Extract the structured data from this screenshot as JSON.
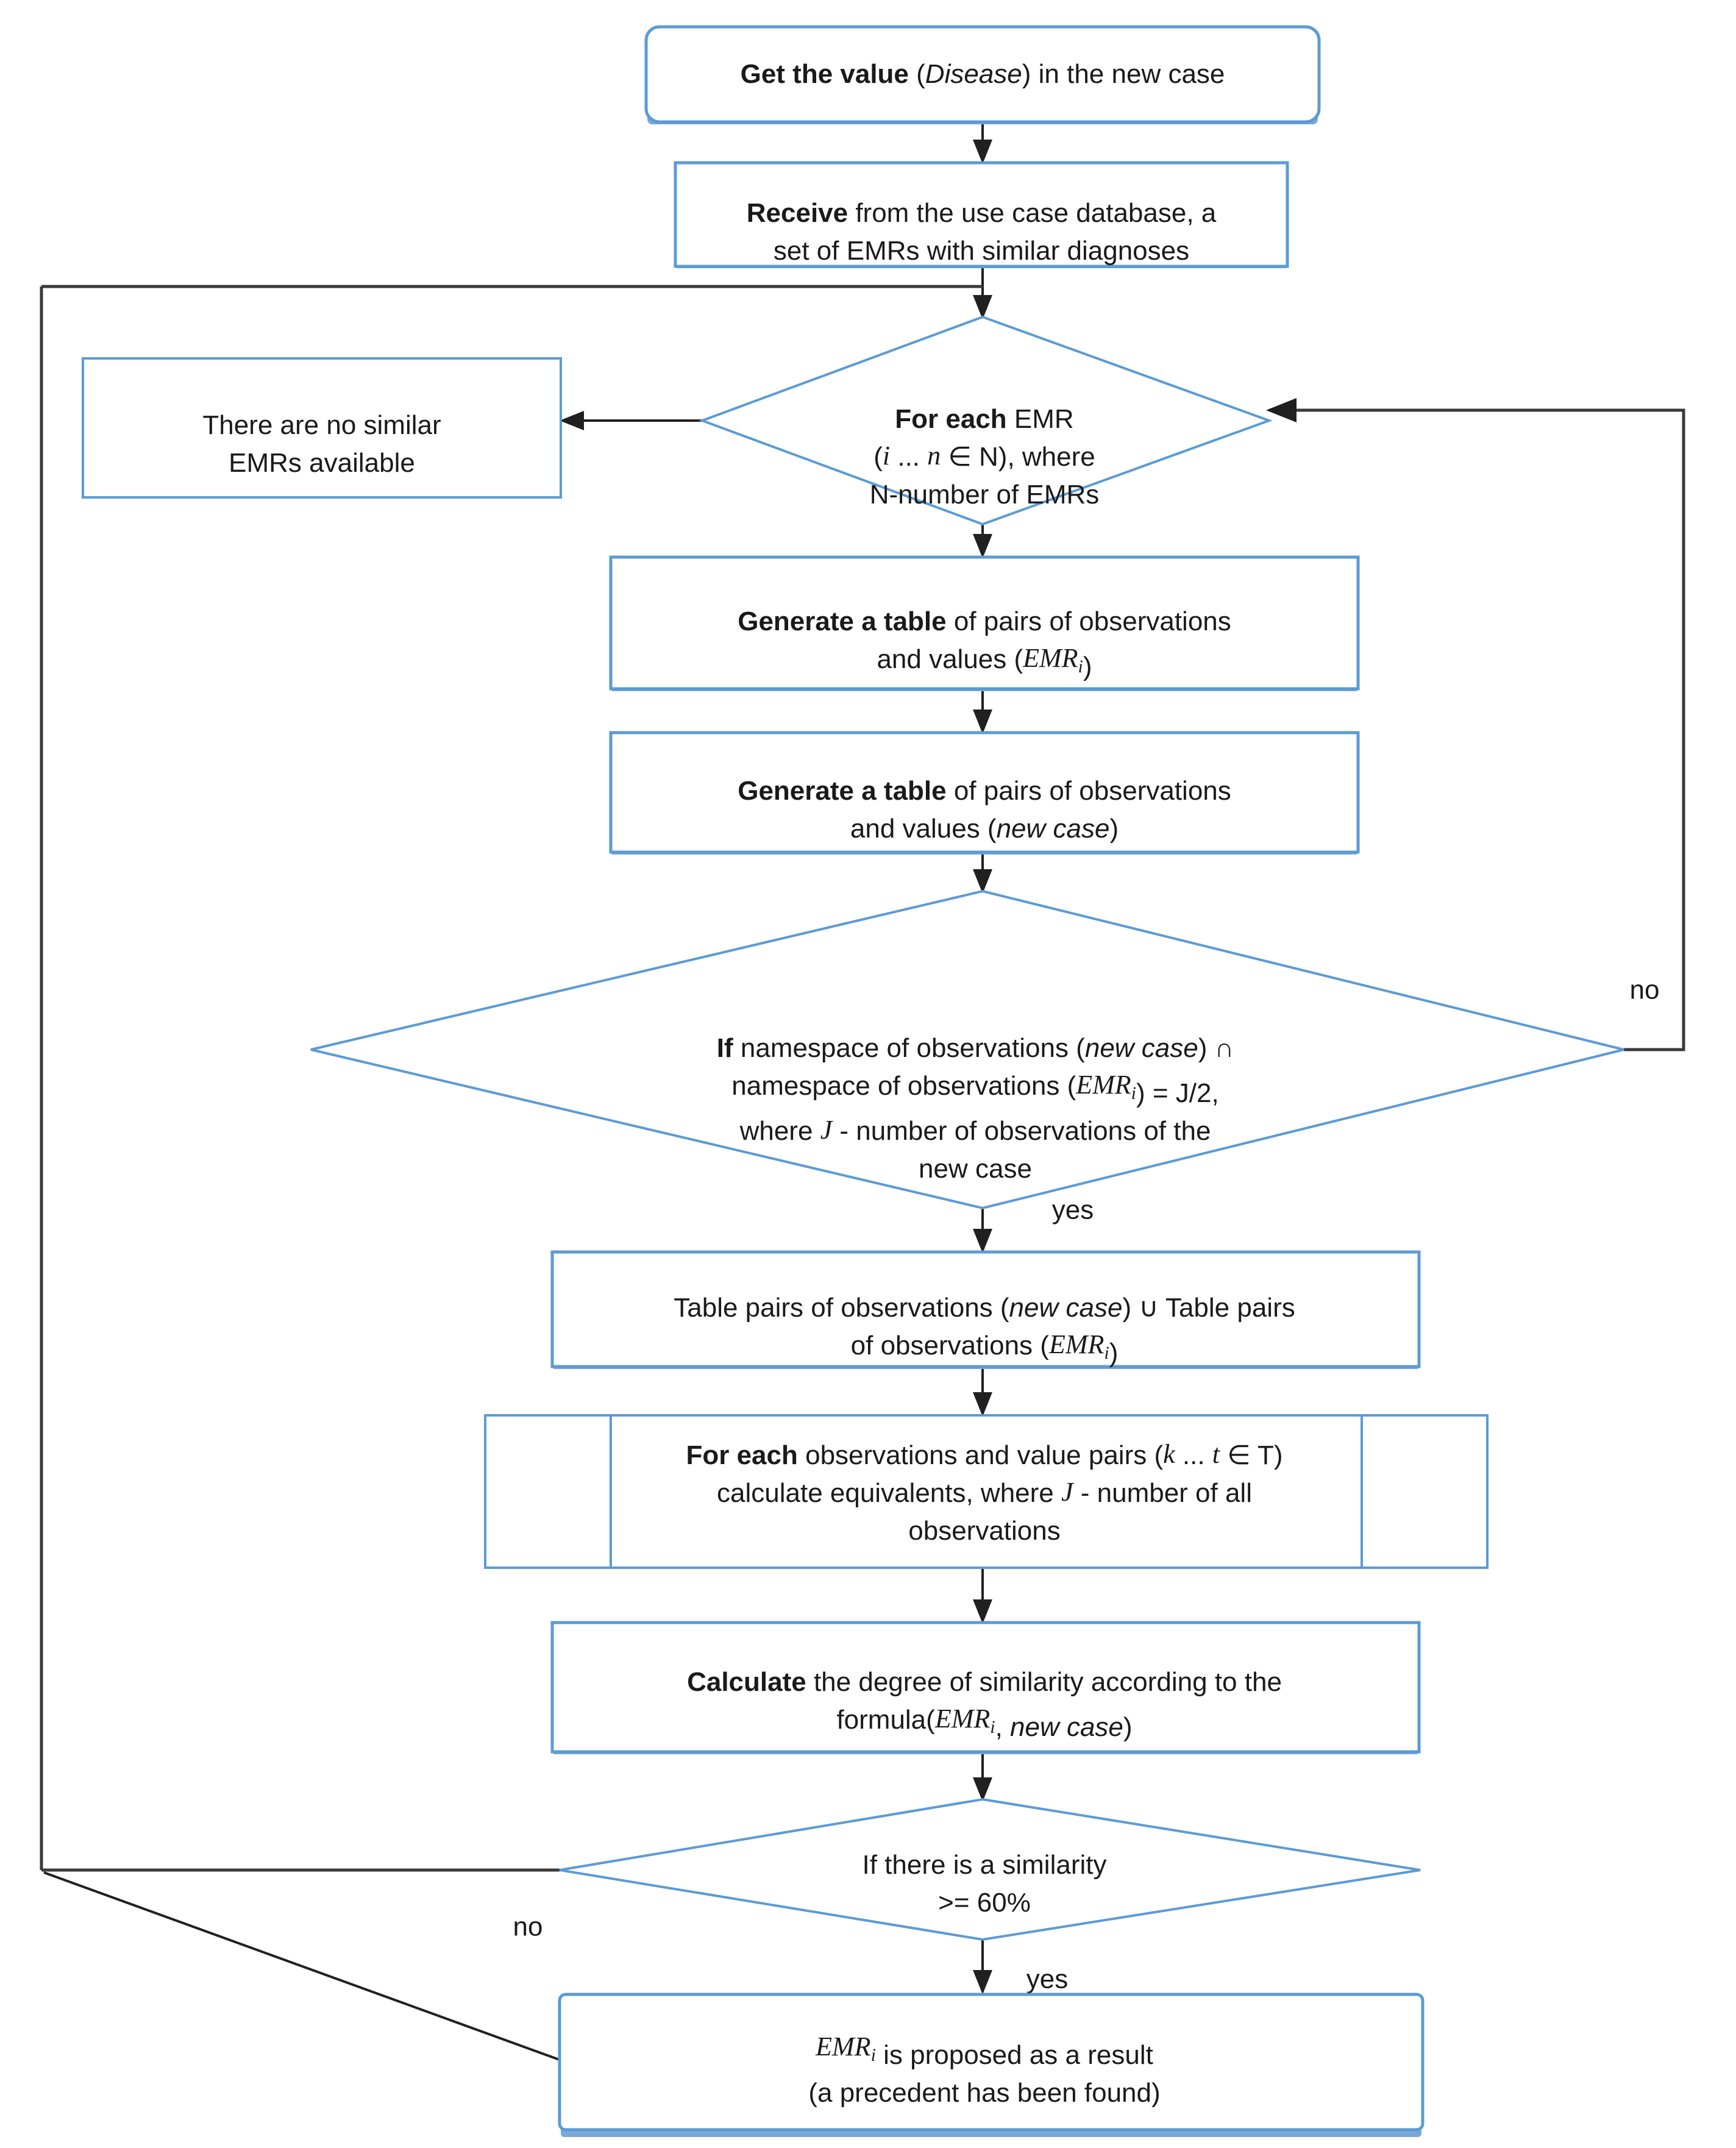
{
  "diagram": {
    "title": "Case-based reasoning EMR similarity flowchart",
    "colors": {
      "shape_border": "#5b9bd5",
      "shape_fill": "#ffffff",
      "connector": "#3a3a3a",
      "text": "#1a1a1a"
    },
    "nodes": {
      "start": {
        "shape": "rounded-rectangle",
        "lines": [
          [
            {
              "t": "Get the value ",
              "style": "bold"
            },
            {
              "t": "(",
              "style": "normal"
            },
            {
              "t": "Disease",
              "style": "italic"
            },
            {
              "t": ") in the new case",
              "style": "normal"
            }
          ]
        ]
      },
      "receive": {
        "shape": "rectangle",
        "lines": [
          [
            {
              "t": "Receive ",
              "style": "bold"
            },
            {
              "t": "from the use case database, a",
              "style": "normal"
            }
          ],
          [
            {
              "t": "set of EMRs with similar diagnoses",
              "style": "normal"
            }
          ]
        ]
      },
      "no_similar": {
        "shape": "rectangle",
        "lines": [
          [
            {
              "t": "There are no similar",
              "style": "normal"
            }
          ],
          [
            {
              "t": "EMRs available",
              "style": "normal"
            }
          ]
        ]
      },
      "for_each_emr": {
        "shape": "diamond",
        "lines": [
          [
            {
              "t": "For each ",
              "style": "bold"
            },
            {
              "t": "EMR",
              "style": "normal"
            }
          ],
          [
            {
              "t": "(",
              "style": "normal"
            },
            {
              "t": "i",
              "style": "math"
            },
            {
              "t": " ... ",
              "style": "normal"
            },
            {
              "t": "n",
              "style": "math"
            },
            {
              "t": " ∈ N), where",
              "style": "normal"
            }
          ],
          [
            {
              "t": "N-number of EMRs",
              "style": "normal"
            }
          ]
        ]
      },
      "gen_table_emr": {
        "shape": "rectangle",
        "lines": [
          [
            {
              "t": "Generate a table ",
              "style": "bold"
            },
            {
              "t": "of pairs of observations",
              "style": "normal"
            }
          ],
          [
            {
              "t": "and values (",
              "style": "normal"
            },
            {
              "t": "EMR",
              "style": "math"
            },
            {
              "t": "i",
              "style": "math-sub"
            },
            {
              "t": ")",
              "style": "normal"
            }
          ]
        ]
      },
      "gen_table_new": {
        "shape": "rectangle",
        "lines": [
          [
            {
              "t": "Generate a table ",
              "style": "bold"
            },
            {
              "t": "of pairs of observations",
              "style": "normal"
            }
          ],
          [
            {
              "t": "and values (",
              "style": "normal"
            },
            {
              "t": "new case",
              "style": "italic"
            },
            {
              "t": ")",
              "style": "normal"
            }
          ]
        ]
      },
      "namespace_check": {
        "shape": "diamond",
        "lines": [
          [
            {
              "t": "If ",
              "style": "bold"
            },
            {
              "t": "namespace of observations (",
              "style": "normal"
            },
            {
              "t": "new case",
              "style": "italic"
            },
            {
              "t": ") ∩",
              "style": "normal"
            }
          ],
          [
            {
              "t": "namespace of observations (",
              "style": "normal"
            },
            {
              "t": "EMR",
              "style": "math"
            },
            {
              "t": "i",
              "style": "math-sub"
            },
            {
              "t": ") = J/2,",
              "style": "normal"
            }
          ],
          [
            {
              "t": "where ",
              "style": "normal"
            },
            {
              "t": "J",
              "style": "math"
            },
            {
              "t": " - number of observations of the",
              "style": "normal"
            }
          ],
          [
            {
              "t": "new case",
              "style": "normal"
            }
          ]
        ]
      },
      "union_tables": {
        "shape": "rectangle",
        "lines": [
          [
            {
              "t": "Table pairs of observations (",
              "style": "normal"
            },
            {
              "t": "new case",
              "style": "italic"
            },
            {
              "t": ") ∪ Table pairs",
              "style": "normal"
            }
          ],
          [
            {
              "t": "of observations (",
              "style": "normal"
            },
            {
              "t": "EMR",
              "style": "math"
            },
            {
              "t": "i",
              "style": "math-sub"
            },
            {
              "t": ")",
              "style": "normal"
            }
          ]
        ]
      },
      "for_each_pairs": {
        "shape": "predefined-process",
        "lines": [
          [
            {
              "t": "For each ",
              "style": "bold"
            },
            {
              "t": "observations and value pairs (",
              "style": "normal"
            },
            {
              "t": "k",
              "style": "math"
            },
            {
              "t": " ... ",
              "style": "normal"
            },
            {
              "t": "t",
              "style": "math"
            },
            {
              "t": " ∈ T)",
              "style": "normal"
            }
          ],
          [
            {
              "t": "calculate equivalents, where ",
              "style": "normal"
            },
            {
              "t": "J",
              "style": "math"
            },
            {
              "t": " - number of all",
              "style": "normal"
            }
          ],
          [
            {
              "t": "observations",
              "style": "normal"
            }
          ]
        ]
      },
      "calculate": {
        "shape": "rectangle",
        "lines": [
          [
            {
              "t": "Calculate ",
              "style": "bold"
            },
            {
              "t": "the degree of similarity according to the",
              "style": "normal"
            }
          ],
          [
            {
              "t": "formula(",
              "style": "normal"
            },
            {
              "t": "EMR",
              "style": "math"
            },
            {
              "t": "i",
              "style": "math-sub"
            },
            {
              "t": ", ",
              "style": "normal"
            },
            {
              "t": "new case",
              "style": "italic"
            },
            {
              "t": ")",
              "style": "normal"
            }
          ]
        ]
      },
      "similarity_check": {
        "shape": "diamond",
        "lines": [
          [
            {
              "t": "If there is a similarity",
              "style": "normal"
            }
          ],
          [
            {
              "t": ">= 60%",
              "style": "normal"
            }
          ]
        ]
      },
      "result": {
        "shape": "rounded-rectangle",
        "lines": [
          [
            {
              "t": "EMR",
              "style": "math"
            },
            {
              "t": "i",
              "style": "math-sub"
            },
            {
              "t": " is proposed as a result",
              "style": "normal"
            }
          ],
          [
            {
              "t": "(a precedent has been found)",
              "style": "normal"
            }
          ]
        ]
      }
    },
    "edge_labels": {
      "namespace_no": "no",
      "namespace_yes": "yes",
      "similarity_no": "no",
      "similarity_yes": "yes"
    }
  }
}
